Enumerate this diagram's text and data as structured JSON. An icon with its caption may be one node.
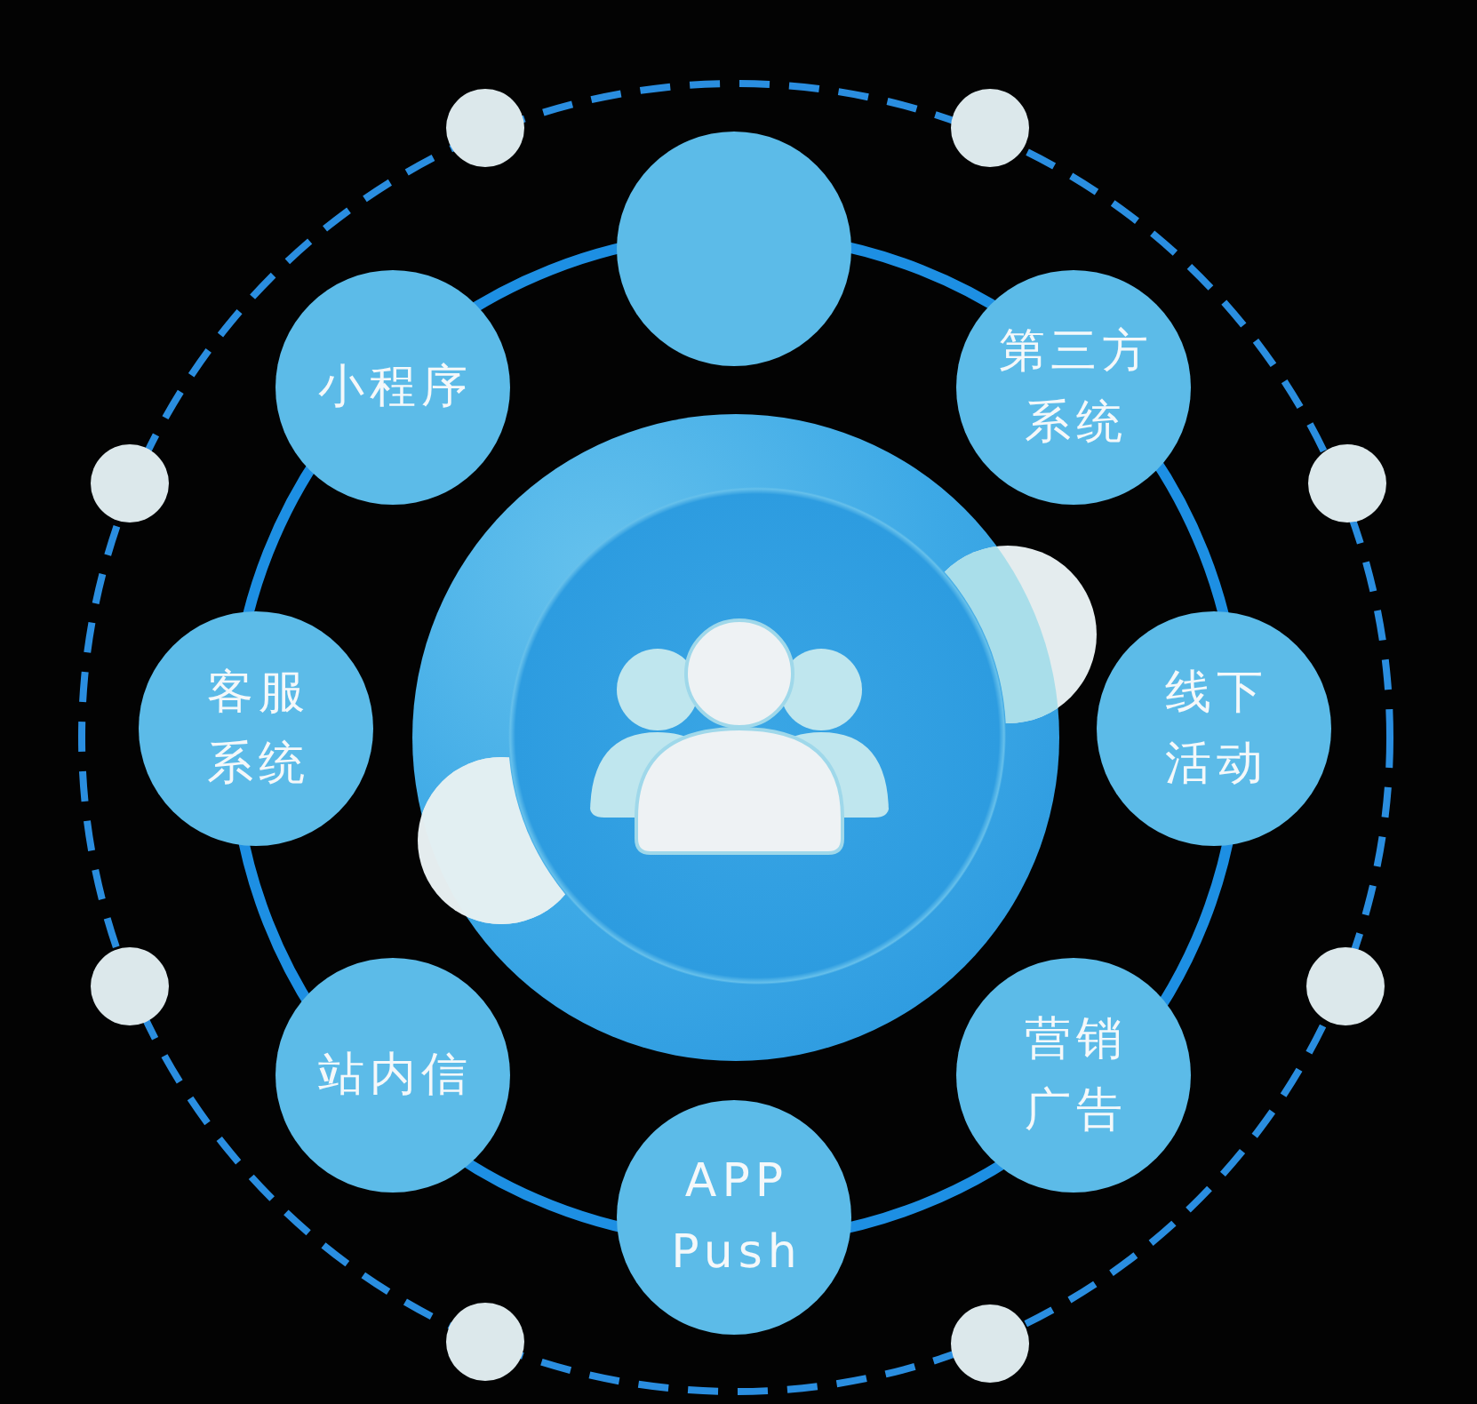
{
  "diagram": {
    "nodes": [
      {
        "text": [],
        "shape": "circle"
      },
      {
        "text": [
          "小程序"
        ]
      },
      {
        "text": [
          "第三方系统"
        ]
      },
      {
        "text": [
          "客服系统"
        ]
      },
      {
        "text": [],
        "shape": "circle"
      },
      {
        "text": [
          "线下活动"
        ]
      },
      {
        "text": [
          "站内信"
        ]
      },
      {
        "text": [
          "营销广告"
        ]
      },
      {
        "text": [
          "APP Push"
        ]
      }
    ]
  }
}
